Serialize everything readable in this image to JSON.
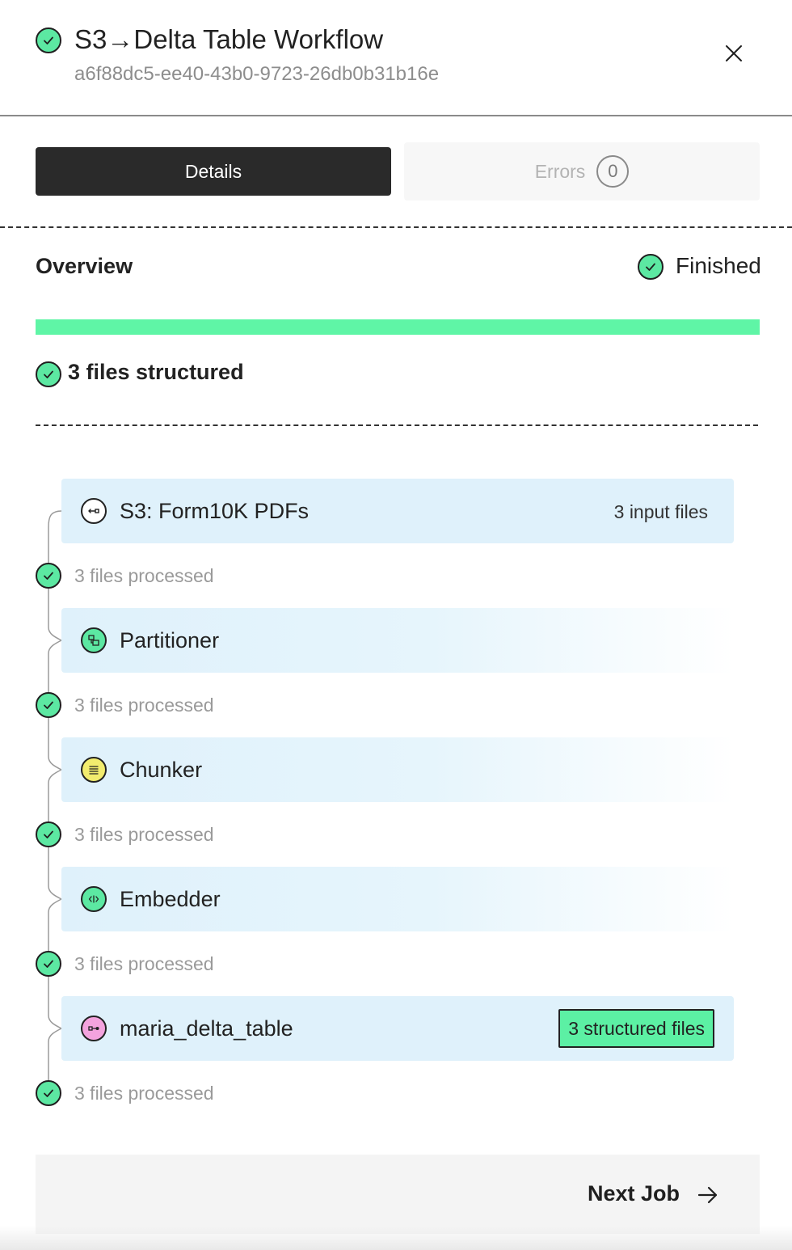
{
  "header": {
    "title": "S3→Delta Table Workflow",
    "job_id": "a6f88dc5-ee40-43b0-9723-26db0b31b16e"
  },
  "tabs": {
    "details_label": "Details",
    "errors_label": "Errors",
    "errors_count": "0"
  },
  "overview": {
    "title": "Overview",
    "status": "Finished",
    "progress_percent": 100,
    "summary": "3 files structured"
  },
  "pipeline": {
    "nodes": [
      {
        "label": "S3: Form10K PDFs",
        "meta": "3 input files",
        "icon": "source-connector-icon"
      },
      {
        "label": "Partitioner",
        "icon": "partitioner-icon"
      },
      {
        "label": "Chunker",
        "icon": "chunker-icon"
      },
      {
        "label": "Embedder",
        "icon": "embedder-icon"
      },
      {
        "label": "maria_delta_table",
        "badge": "3 structured files",
        "icon": "destination-connector-icon"
      }
    ],
    "steps": [
      "3 files processed",
      "3 files processed",
      "3 files processed",
      "3 files processed",
      "3 files processed"
    ]
  },
  "footer": {
    "next_label": "Next Job"
  },
  "colors": {
    "success_green": "#5ce8a2",
    "progress_green": "#5ff5a6",
    "node_blue": "#dff1fb",
    "chunker_yellow": "#f2ec6e",
    "destination_pink": "#f4a3de",
    "dark_button": "#2a2a2a"
  }
}
